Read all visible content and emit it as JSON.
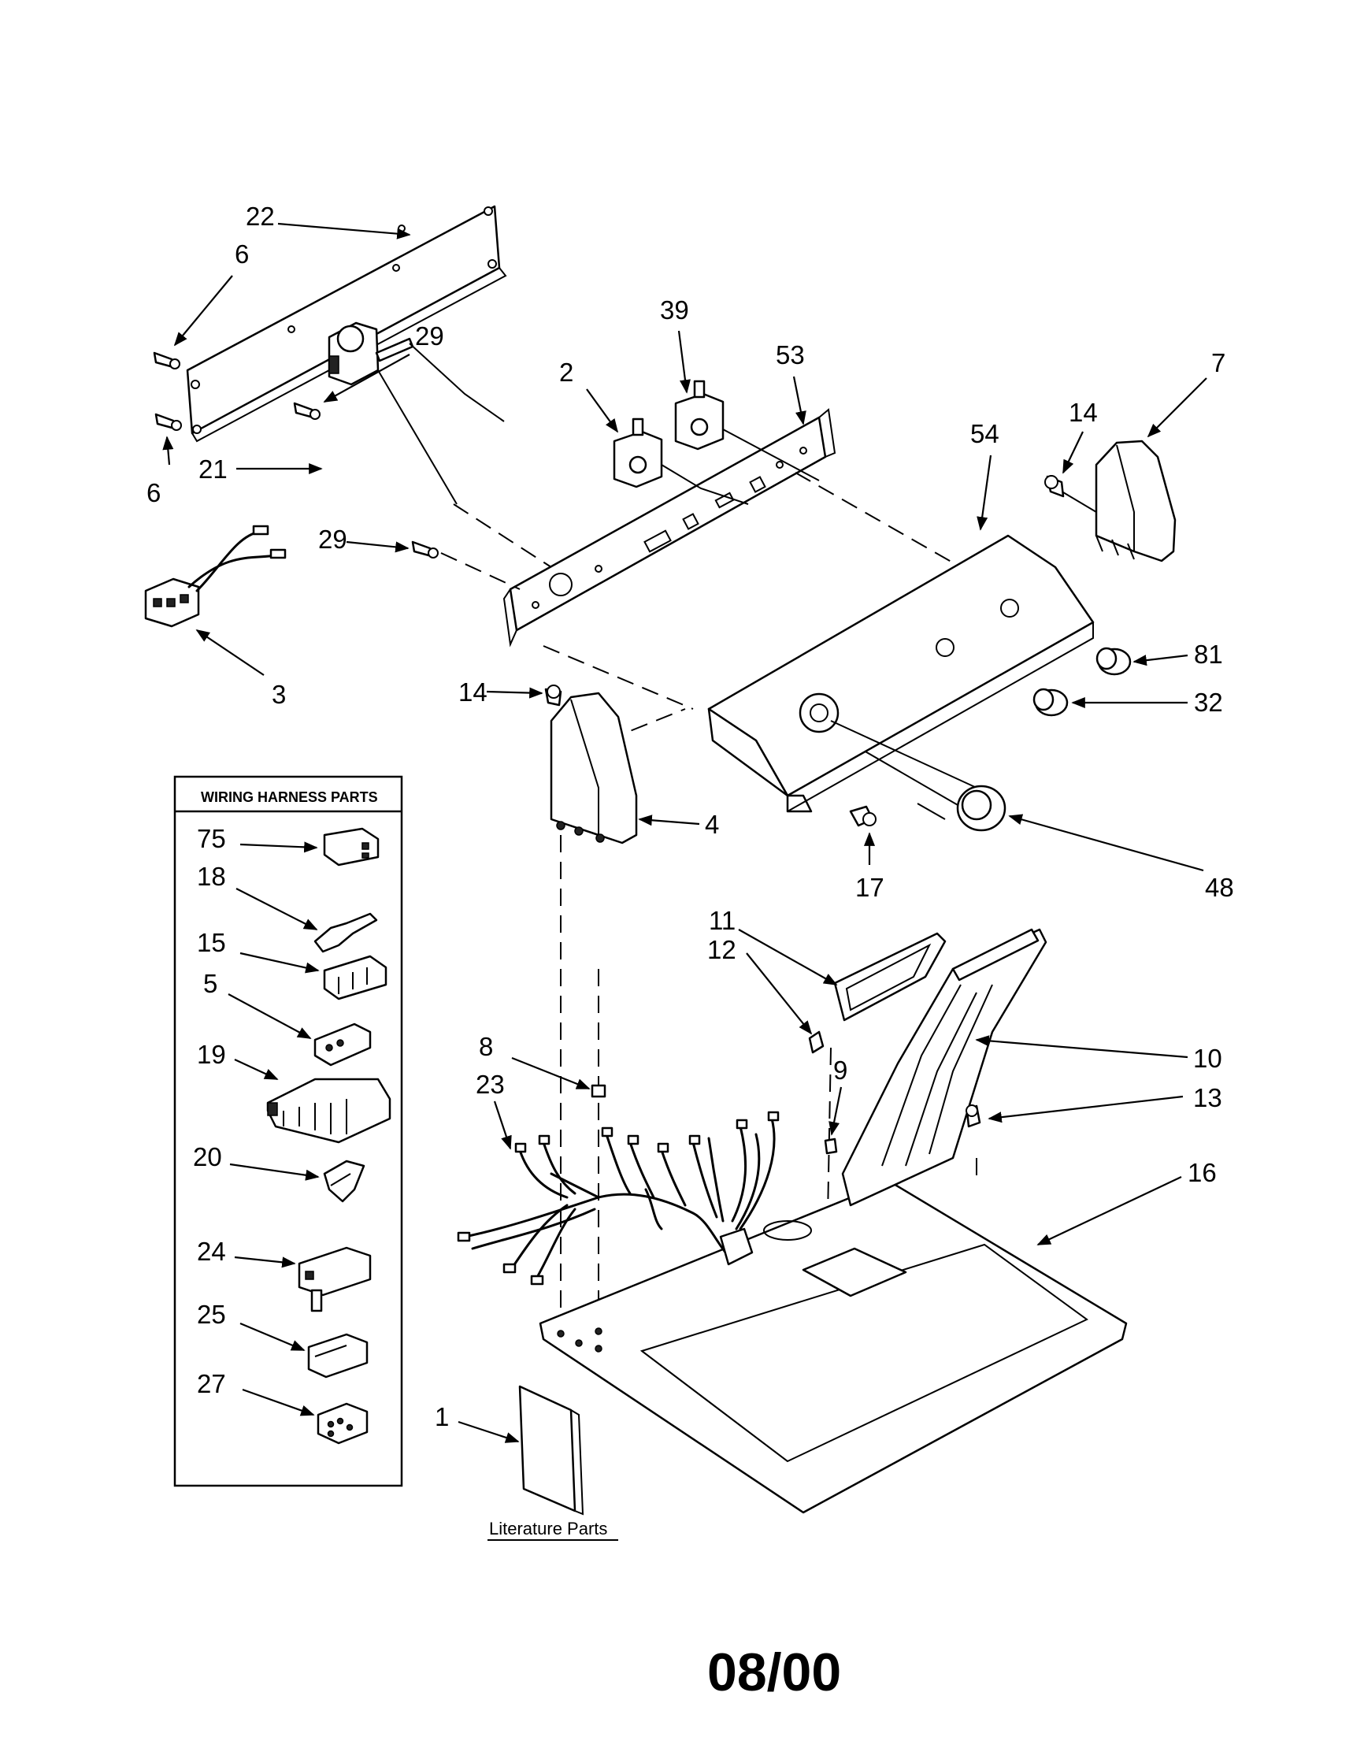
{
  "diagram": {
    "callouts": {
      "p1": "1",
      "p2": "2",
      "p3": "3",
      "p4": "4",
      "p5": "5",
      "p6a": "6",
      "p6b": "6",
      "p7": "7",
      "p8": "8",
      "p9": "9",
      "p10": "10",
      "p11": "11",
      "p12": "12",
      "p13": "13",
      "p14a": "14",
      "p14b": "14",
      "p15": "15",
      "p16": "16",
      "p17": "17",
      "p18": "18",
      "p19": "19",
      "p20": "20",
      "p21": "21",
      "p22": "22",
      "p23": "23",
      "p24": "24",
      "p25": "25",
      "p27": "27",
      "p29a": "29",
      "p29b": "29",
      "p32": "32",
      "p39": "39",
      "p48": "48",
      "p53": "53",
      "p54": "54",
      "p75": "75",
      "p81": "81"
    },
    "harness_box_title": "WIRING HARNESS PARTS",
    "literature_label": "Literature Parts",
    "date_code": "08/00"
  }
}
